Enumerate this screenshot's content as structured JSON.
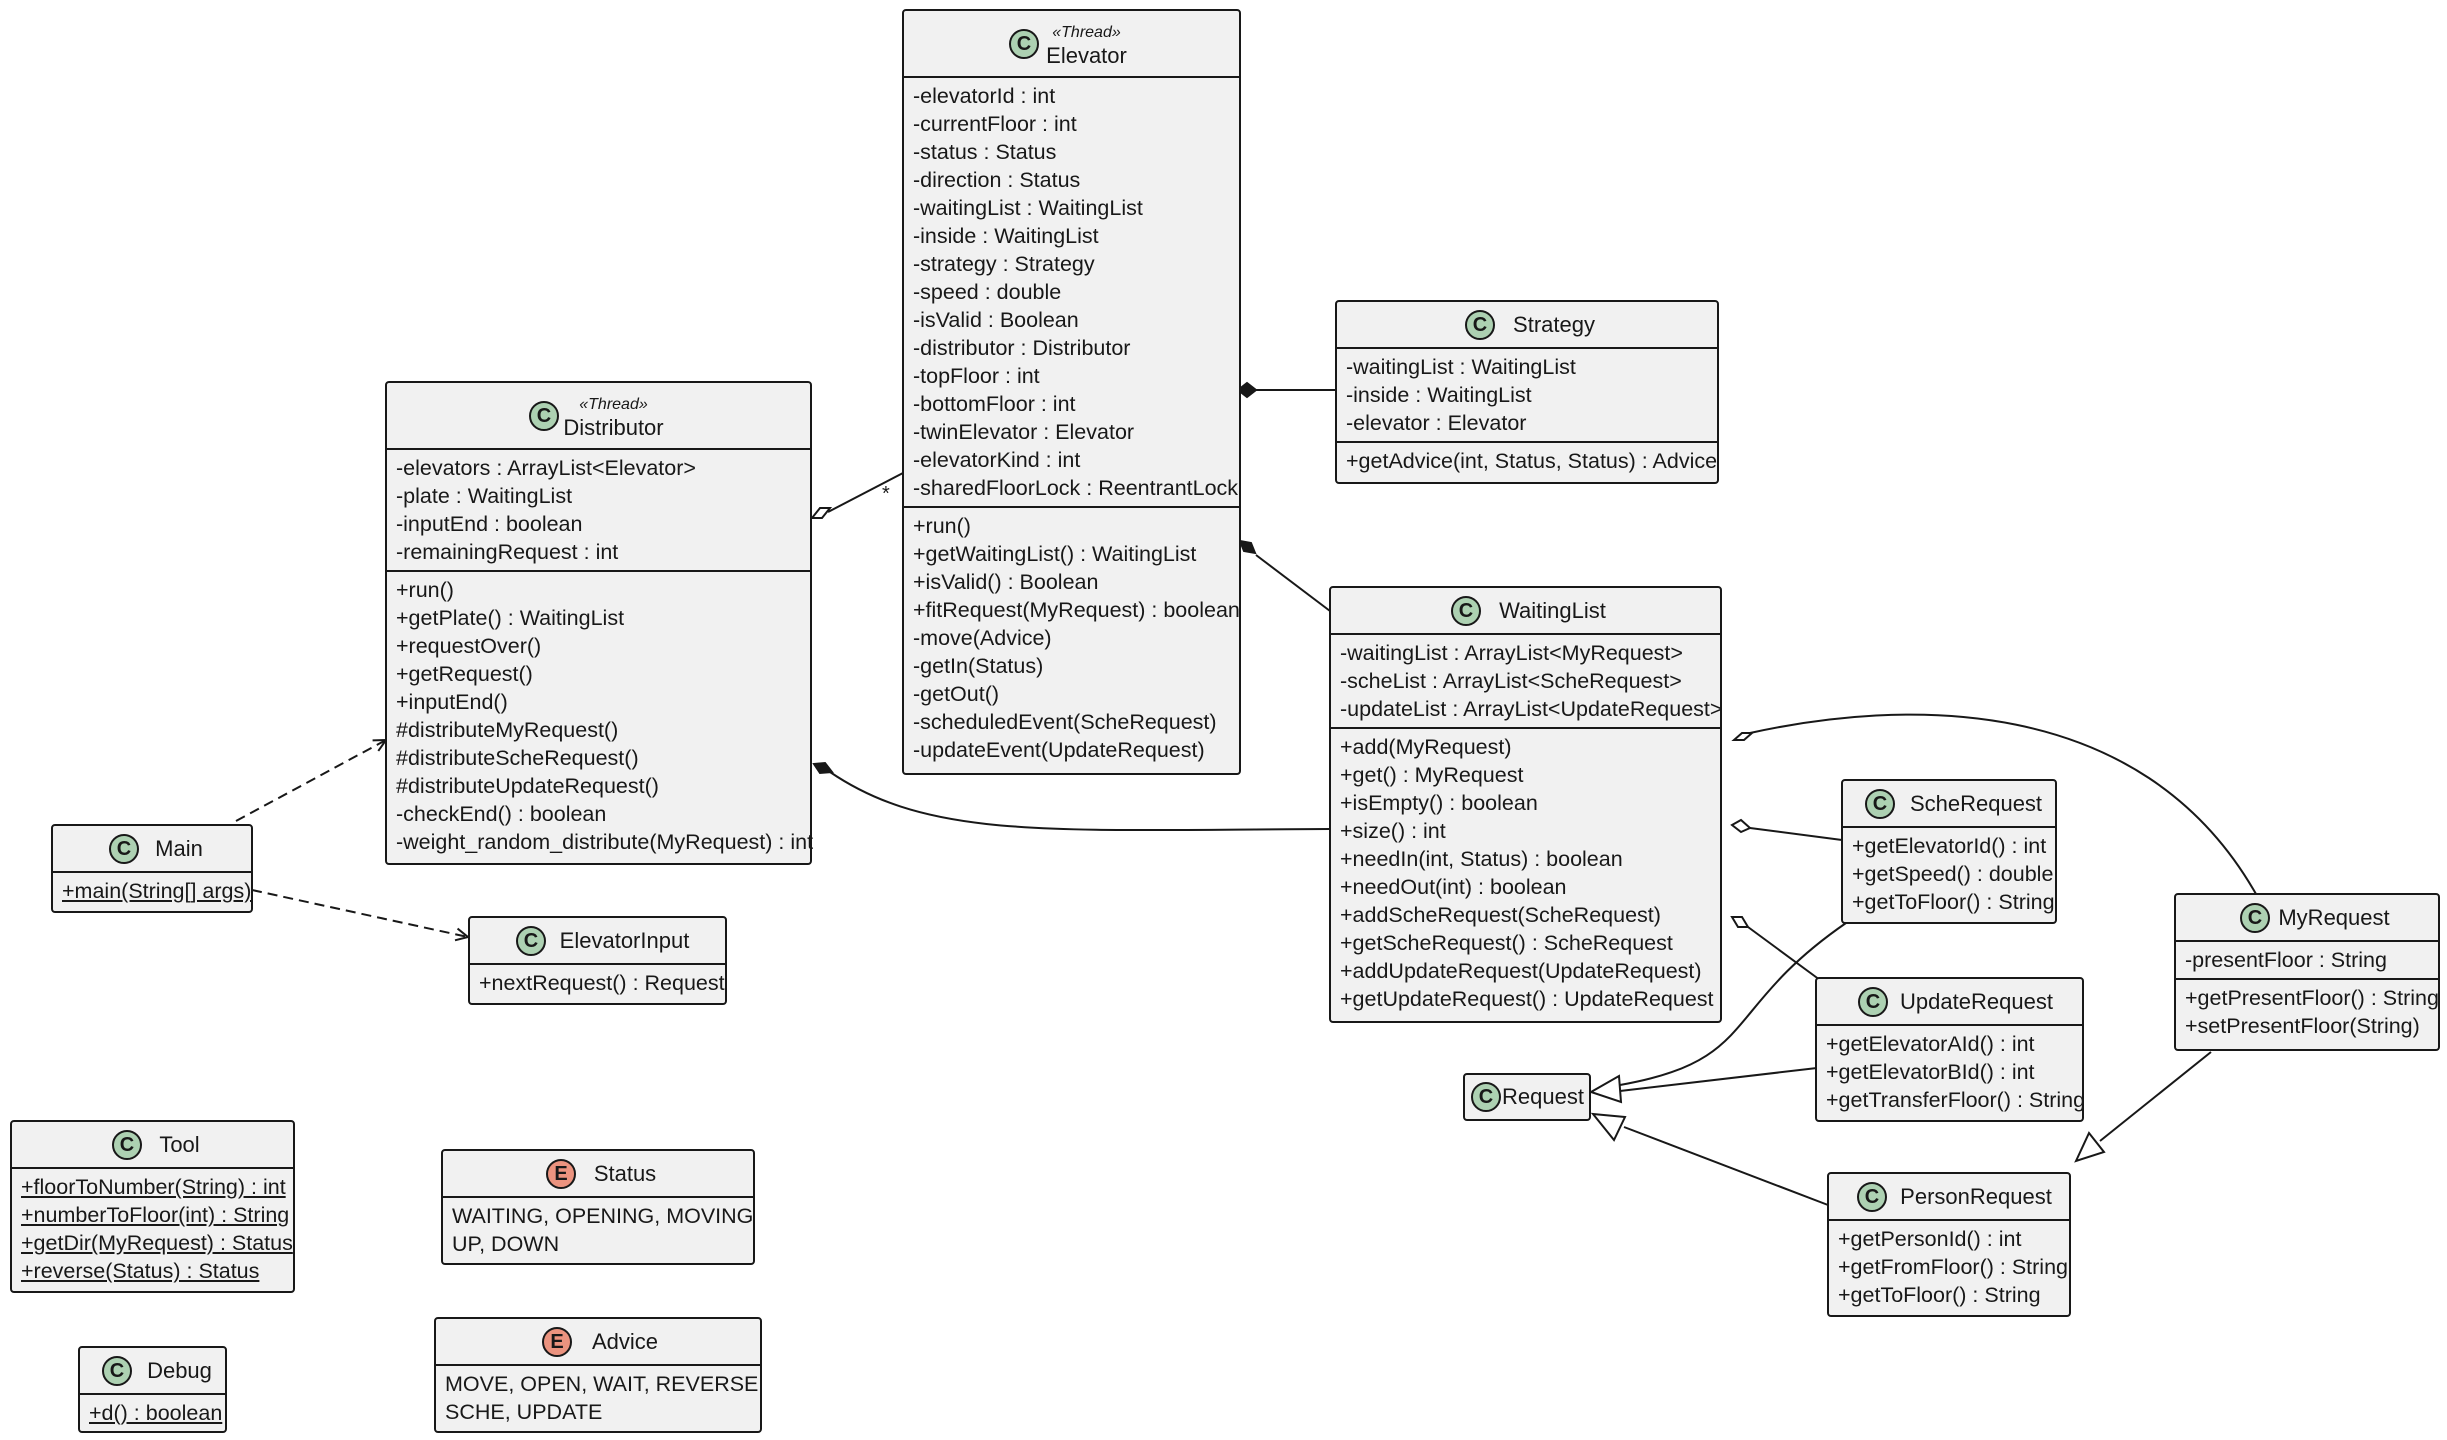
{
  "classes": {
    "elevator": {
      "stereotype": "«Thread»",
      "name": "Elevator",
      "fields": [
        "-elevatorId : int",
        "-currentFloor : int",
        "-status : Status",
        "-direction : Status",
        "-waitingList : WaitingList",
        "-inside : WaitingList",
        "-strategy : Strategy",
        "-speed : double",
        "-isValid : Boolean",
        "-distributor : Distributor",
        "-topFloor : int",
        "-bottomFloor : int",
        "-twinElevator : Elevator",
        "-elevatorKind : int",
        "-sharedFloorLock : ReentrantLock"
      ],
      "methods": [
        "+run()",
        "+getWaitingList() : WaitingList",
        "+isValid() : Boolean",
        "+fitRequest(MyRequest) : boolean",
        "-move(Advice)",
        "-getIn(Status)",
        "-getOut()",
        "-scheduledEvent(ScheRequest)",
        "-updateEvent(UpdateRequest)"
      ]
    },
    "distributor": {
      "stereotype": "«Thread»",
      "name": "Distributor",
      "fields": [
        "-elevators : ArrayList<Elevator>",
        "-plate : WaitingList",
        "-inputEnd : boolean",
        "-remainingRequest : int"
      ],
      "methods": [
        "+run()",
        "+getPlate() : WaitingList",
        "+requestOver()",
        "+getRequest()",
        "+inputEnd()",
        "#distributeMyRequest()",
        "#distributeScheRequest()",
        "#distributeUpdateRequest()",
        "-checkEnd() : boolean",
        "-weight_random_distribute(MyRequest) : int"
      ]
    },
    "strategy": {
      "name": "Strategy",
      "fields": [
        "-waitingList : WaitingList",
        "-inside : WaitingList",
        "-elevator : Elevator"
      ],
      "methods": [
        "+getAdvice(int, Status, Status) : Advice"
      ]
    },
    "waitinglist": {
      "name": "WaitingList",
      "fields": [
        "-waitingList : ArrayList<MyRequest>",
        "-scheList : ArrayList<ScheRequest>",
        "-updateList : ArrayList<UpdateRequest>"
      ],
      "methods": [
        "+add(MyRequest)",
        "+get() : MyRequest",
        "+isEmpty() : boolean",
        "+size() : int",
        "+needIn(int, Status) : boolean",
        "+needOut(int) : boolean",
        "+addScheRequest(ScheRequest)",
        "+getScheRequest() : ScheRequest",
        "+addUpdateRequest(UpdateRequest)",
        "+getUpdateRequest() : UpdateRequest"
      ]
    },
    "main": {
      "name": "Main",
      "methods": [
        "+main(String[] args)"
      ]
    },
    "elevatorinput": {
      "name": "ElevatorInput",
      "methods": [
        "+nextRequest() : Request"
      ]
    },
    "tool": {
      "name": "Tool",
      "methods": [
        "+floorToNumber(String) : int",
        "+numberToFloor(int) : String",
        "+getDir(MyRequest) : Status",
        "+reverse(Status) : Status"
      ]
    },
    "debug": {
      "name": "Debug",
      "methods": [
        "+d() : boolean"
      ]
    },
    "status": {
      "name": "Status",
      "values": [
        "WAITING, OPENING, MOVING",
        "UP, DOWN"
      ]
    },
    "advice": {
      "name": "Advice",
      "values": [
        "MOVE, OPEN, WAIT, REVERSE",
        "SCHE, UPDATE"
      ]
    },
    "scherequest": {
      "name": "ScheRequest",
      "methods": [
        "+getElevatorId() : int",
        "+getSpeed() : double",
        "+getToFloor() : String"
      ]
    },
    "updaterequest": {
      "name": "UpdateRequest",
      "methods": [
        "+getElevatorAId() : int",
        "+getElevatorBId() : int",
        "+getTransferFloor() : String"
      ]
    },
    "myrequest": {
      "name": "MyRequest",
      "fields": [
        "-presentFloor : String"
      ],
      "methods": [
        "+getPresentFloor() : String",
        "+setPresentFloor(String)"
      ]
    },
    "personrequest": {
      "name": "PersonRequest",
      "methods": [
        "+getPersonId() : int",
        "+getFromFloor() : String",
        "+getToFloor() : String"
      ]
    },
    "request": {
      "name": "Request"
    }
  },
  "badges": {
    "class": "C",
    "enum": "E"
  },
  "relations": {
    "distributor_elevator_multiplicity": "*"
  },
  "colors": {
    "class_badge": "#add1b2",
    "enum_badge": "#eb937f",
    "box_fill": "#f1f1f1",
    "stroke": "#181818"
  }
}
